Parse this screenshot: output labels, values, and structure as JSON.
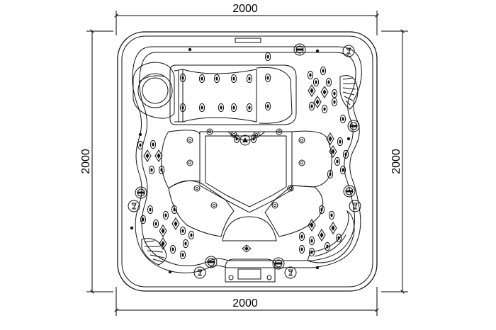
{
  "dimensions": {
    "top_width": "2000",
    "bottom_width": "2000",
    "left_height": "2000",
    "right_height": "2000"
  },
  "icons": {
    "jet": "jet-nozzle-icon",
    "rotary": "rotary-valve-icon",
    "cupholder": "cup-holder-icon",
    "light": "led-light-icon"
  }
}
